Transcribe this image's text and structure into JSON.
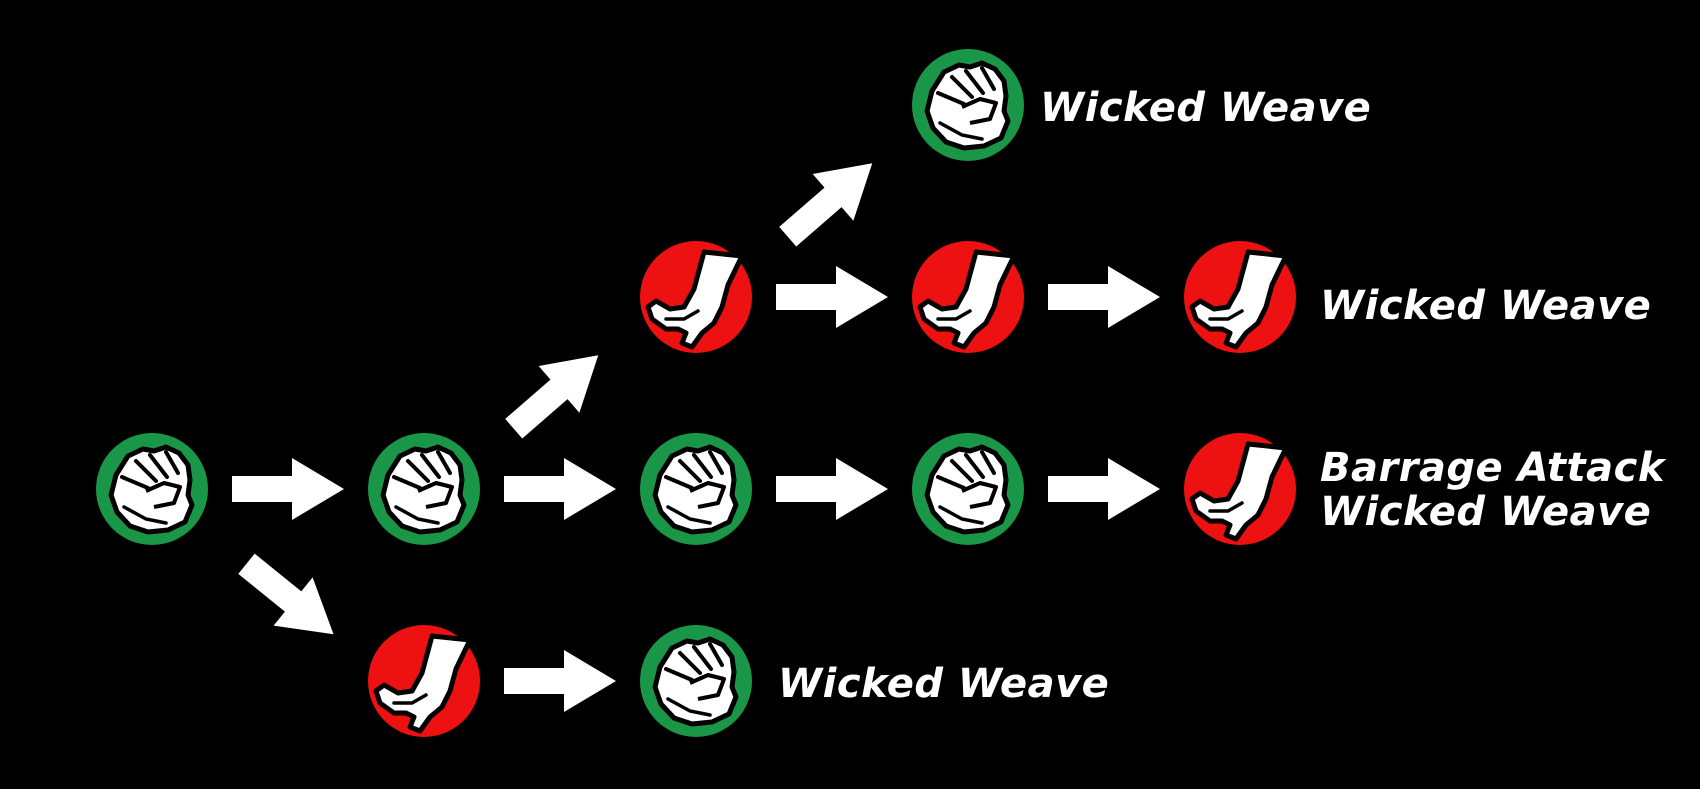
{
  "colors": {
    "background": "#000000",
    "punch": "#1a9648",
    "kick": "#ee1111",
    "glyph": "#ffffff",
    "outline": "#000000"
  },
  "icons": {
    "punch": "fist-icon",
    "kick": "foot-icon",
    "arrow": "arrow-icon"
  },
  "rows": [
    {
      "name": "top-punch-branch",
      "sequence": [
        "punch",
        "punch",
        "kick",
        "punch"
      ],
      "finisher": [
        "Wicked Weave"
      ]
    },
    {
      "name": "upper-kick-chain",
      "sequence": [
        "punch",
        "punch",
        "kick",
        "kick",
        "kick"
      ],
      "finisher": [
        "Wicked Weave"
      ]
    },
    {
      "name": "punch-chain",
      "sequence": [
        "punch",
        "punch",
        "punch",
        "punch",
        "kick"
      ],
      "finisher": [
        "Barrage Attack",
        "Wicked Weave"
      ]
    },
    {
      "name": "low-kick-branch",
      "sequence": [
        "punch",
        "kick",
        "punch"
      ],
      "finisher": [
        "Wicked Weave"
      ]
    }
  ],
  "labels": {
    "top": "Wicked Weave",
    "upper": "Wicked Weave",
    "middle_1": "Barrage Attack",
    "middle_2": "Wicked Weave",
    "bottom": "Wicked Weave"
  }
}
